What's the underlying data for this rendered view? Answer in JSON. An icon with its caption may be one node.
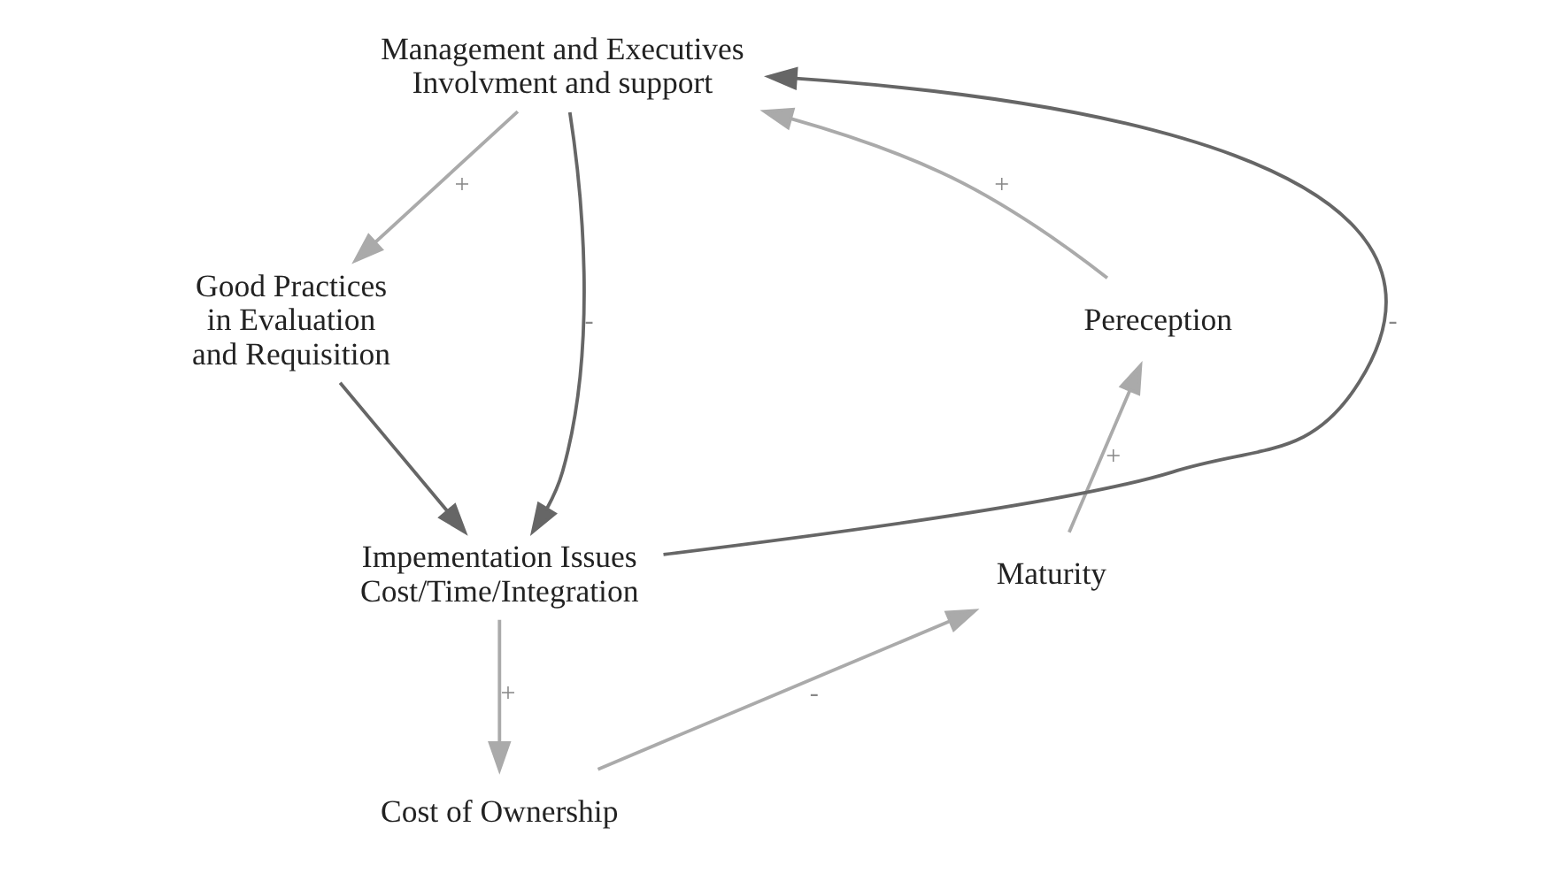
{
  "diagram": {
    "nodes": [
      {
        "text": [
          "Management and Executives Involvment and support"
        ]
      },
      {
        "text": [
          "Pereception"
        ]
      },
      {
        "text": [
          "Good Practices in Evaluation and Requisition"
        ]
      },
      {
        "text": [
          "Maturity"
        ]
      },
      {
        "text": [
          "Impementation Issues Cost/Time/Integration"
        ]
      },
      {
        "text": [
          "Cost of Ownership"
        ]
      }
    ],
    "edges": [
      {
        "from": 1,
        "to": 0,
        "arrow": "to",
        "label": "+"
      },
      {
        "from": 0,
        "to": 2,
        "arrow": "to",
        "label": "+"
      },
      {
        "from": 0,
        "to": 4,
        "arrow": "to",
        "label": "-",
        "color": "#666666"
      },
      {
        "from": 4,
        "to": 0,
        "arrow": "to",
        "label": "-",
        "color": "#666666"
      },
      {
        "from": 2,
        "to": 4,
        "arrow": "to",
        "color": "#666666"
      },
      {
        "from": 4,
        "to": 5,
        "arrow": "to",
        "label": "+"
      },
      {
        "from": 5,
        "to": 3,
        "arrow": "to",
        "label": "-"
      },
      {
        "from": 3,
        "to": 1,
        "arrow": "to",
        "label": "+"
      }
    ]
  }
}
